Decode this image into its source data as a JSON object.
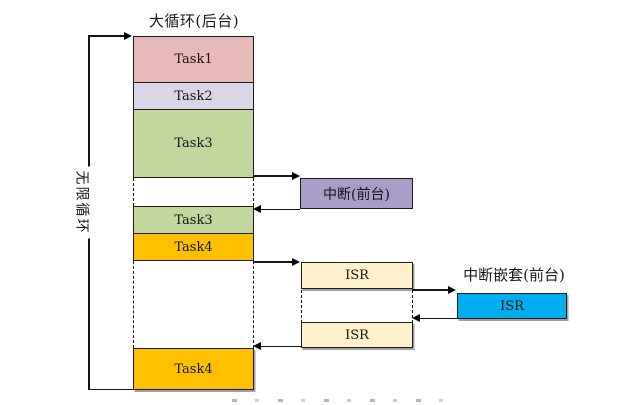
{
  "title": "大循环(后台)",
  "loop_label": "无限循环",
  "column": {
    "segments": [
      {
        "label": "Task1",
        "color": "#e7b9b8"
      },
      {
        "label": "Task2",
        "color": "#dbd5e8"
      },
      {
        "label": "Task3",
        "color": "#c3d69b"
      },
      {
        "label": "Task3",
        "color": "#c3d69b"
      },
      {
        "label": "Task4",
        "color": "#ffc000"
      },
      {
        "label": "Task4",
        "color": "#ffc000"
      }
    ]
  },
  "foreground": {
    "interrupt": {
      "label": "中断(前台)",
      "color": "#a89cc8"
    },
    "isrs": [
      {
        "label": "ISR",
        "color": "#fdf0cb"
      },
      {
        "label": "ISR",
        "color": "#fdf0cb"
      }
    ],
    "nested_title": "中断嵌套(前台)",
    "nested_isr": {
      "label": "ISR",
      "color": "#00aeef"
    }
  },
  "colors": {
    "line": "#141414",
    "background": "#ffffff"
  }
}
